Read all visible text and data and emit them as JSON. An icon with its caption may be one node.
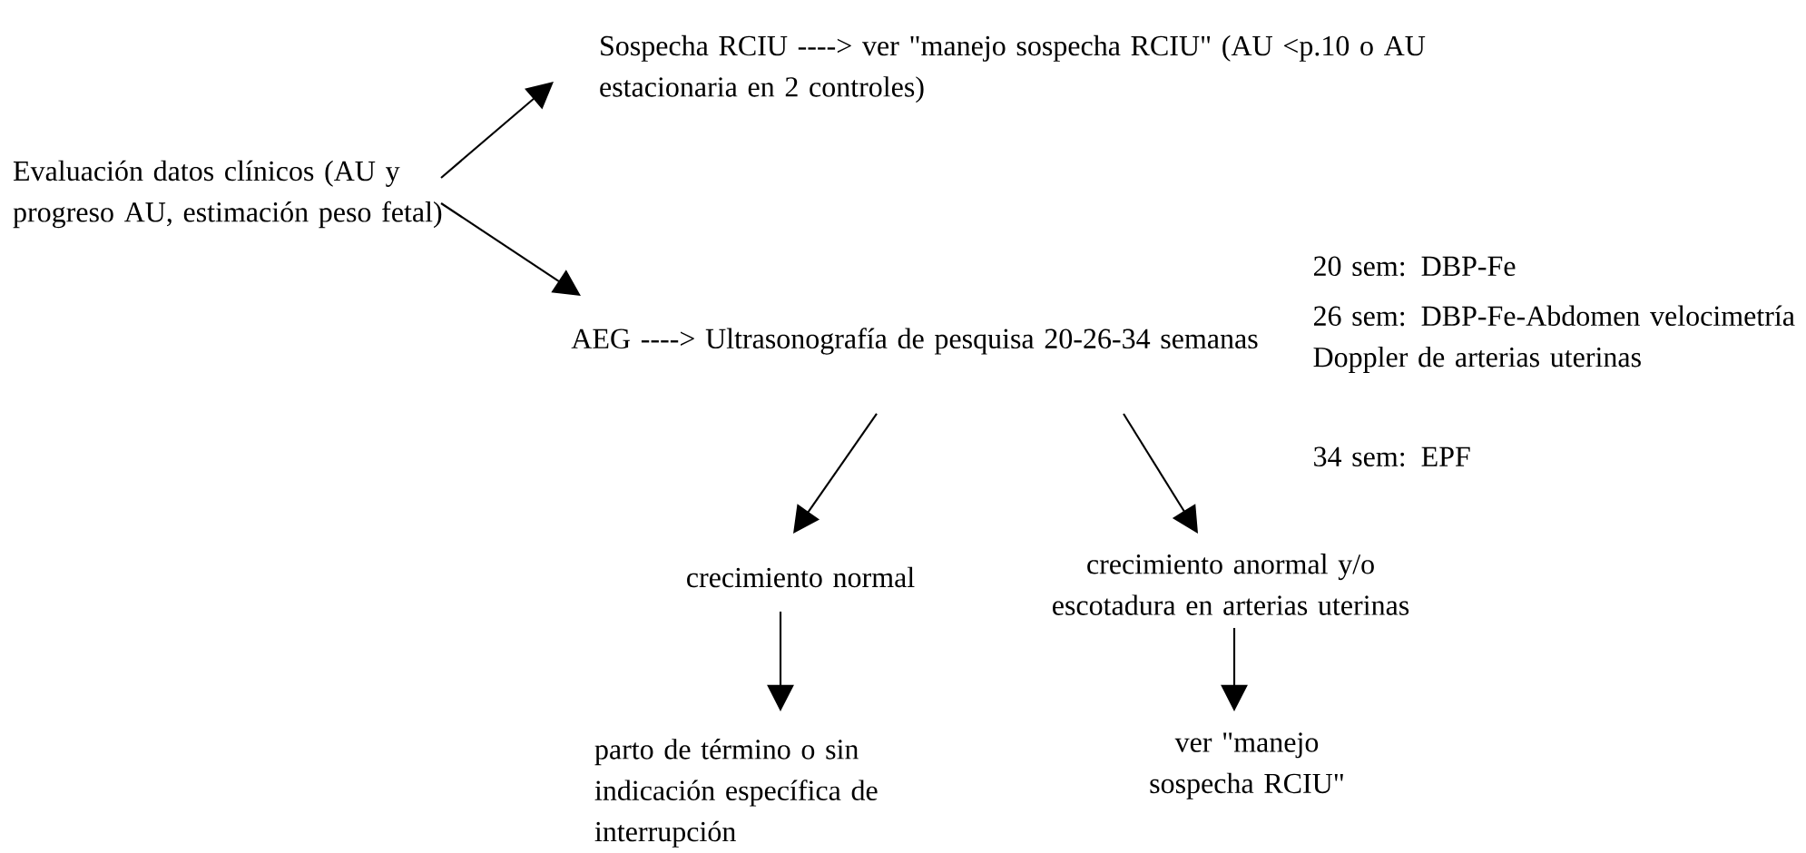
{
  "diagram": {
    "nodes": [
      {
        "text": [
          "Evaluación datos clínicos (AU y progreso AU, estimación peso fetal)"
        ]
      },
      {
        "text": [
          "Sospecha RCIU ----> ver \"manejo sospecha RCIU\" (AU <p.10 o AU estacionaria en 2 controles)"
        ]
      },
      {
        "text": [
          "AEG ----> Ultrasonografía de pesquisa 20-26-34 semanas"
        ]
      },
      {
        "text": [
          "crecimiento normal"
        ]
      },
      {
        "text": [
          "crecimiento anormal y/o escotadura en arterias uterinas"
        ]
      },
      {
        "text": [
          "parto de término o sin indicación específica de interrupción"
        ]
      },
      {
        "text": [
          "ver \"manejo sospecha RCIU\""
        ]
      }
    ],
    "edges": [
      {
        "from": 0,
        "to": 1,
        "arrow": "to"
      },
      {
        "from": 0,
        "to": 2,
        "arrow": "to"
      },
      {
        "from": 2,
        "to": 3,
        "arrow": "to"
      },
      {
        "from": 2,
        "to": 4,
        "arrow": "to"
      },
      {
        "from": 3,
        "to": 5,
        "arrow": "to"
      },
      {
        "from": 4,
        "to": 6,
        "arrow": "to"
      }
    ],
    "labels": [
      "20 sem: DBP-Fe",
      "26 sem: DBP-Fe-Abdomen velocimetría Doppler de arterias uterinas",
      "34 sem: EPF"
    ]
  }
}
